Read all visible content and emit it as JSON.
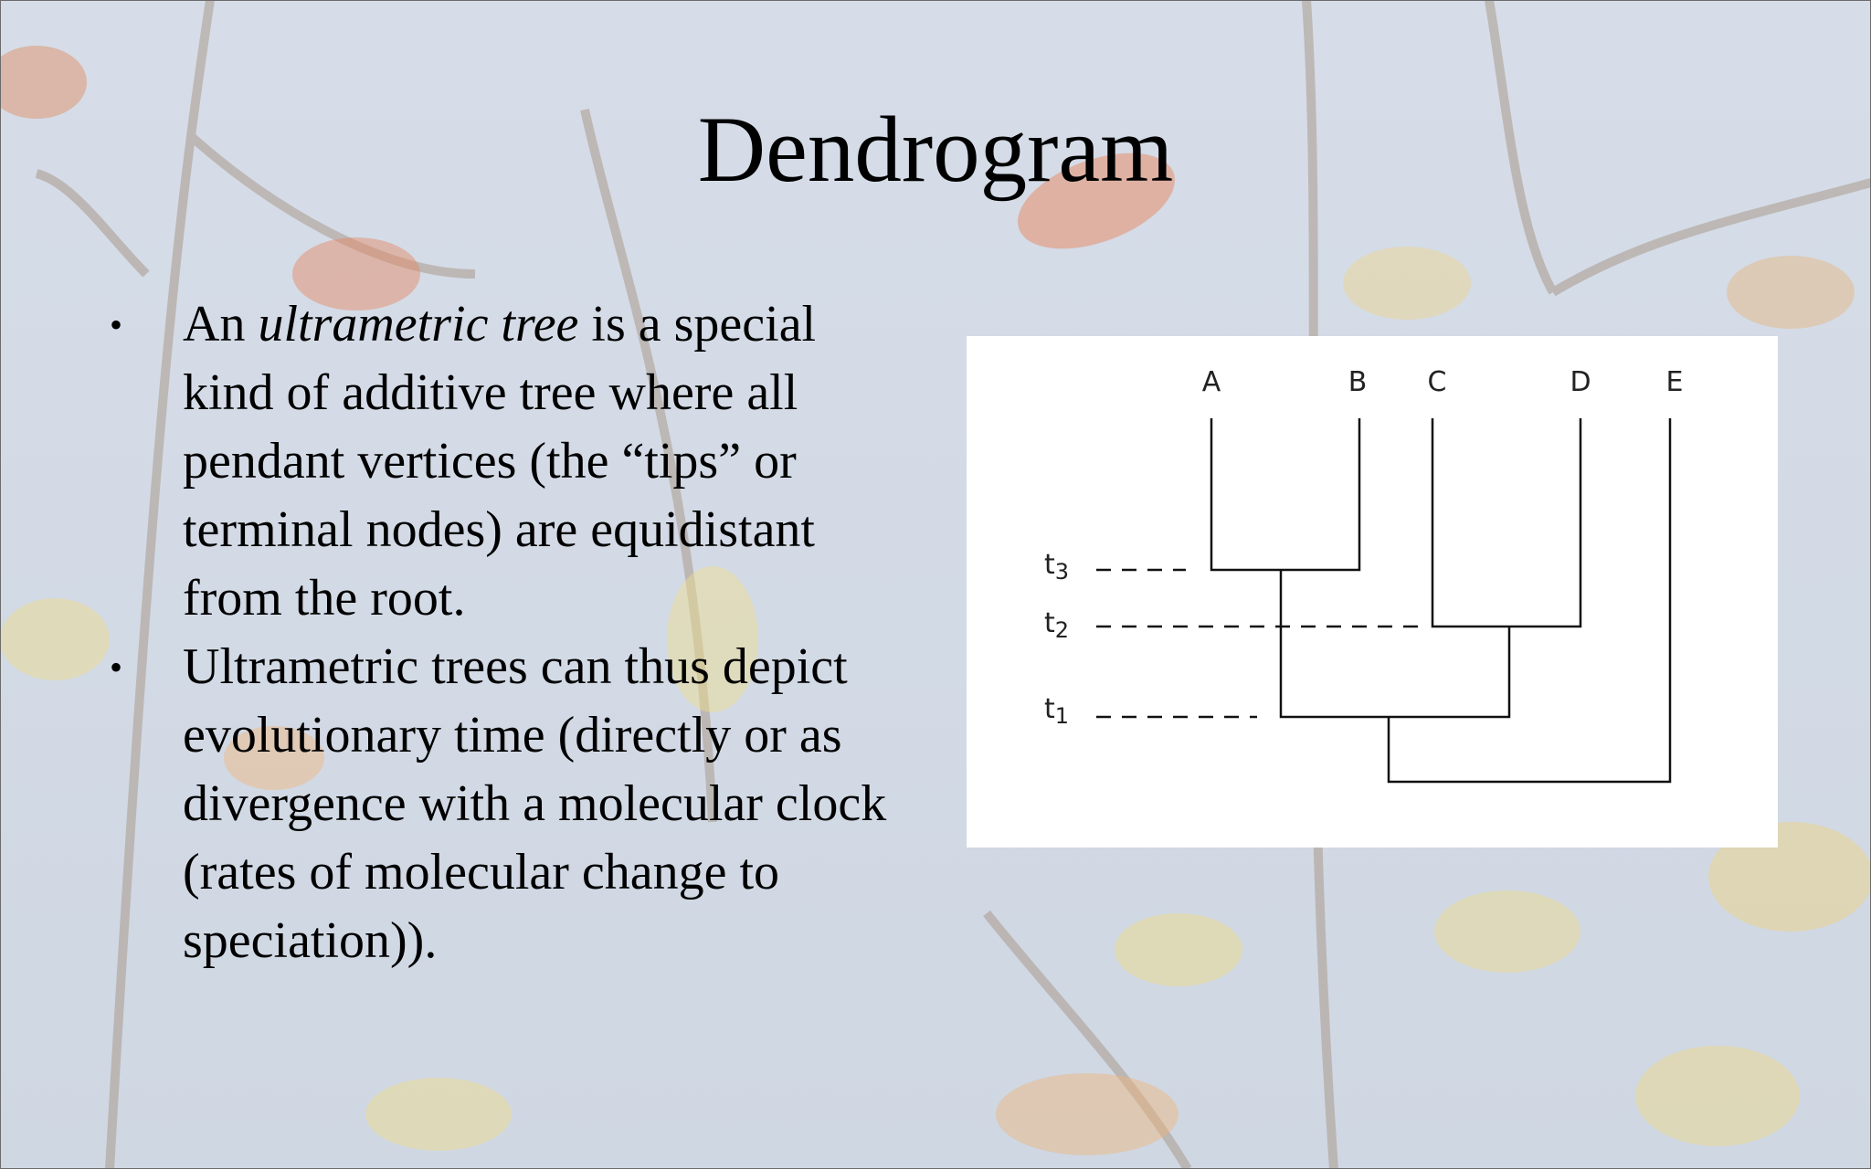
{
  "slide": {
    "title": "Dendrogram",
    "bullets": [
      {
        "pre": "An ",
        "emph": "ultrametric tree",
        "post": " is a special kind of additive tree where all pendant vertices (the “tips” or terminal nodes) are equidistant from the root."
      },
      {
        "text": "Ultrametric trees can thus depict evolutionary time (directly or as divergence with a molecular clock (rates of molecular change to speciation))."
      }
    ],
    "bullet_glyph": "•"
  },
  "diagram": {
    "tips": [
      "A",
      "B",
      "C",
      "D",
      "E"
    ],
    "time_labels": [
      {
        "base": "t",
        "sub": "3"
      },
      {
        "base": "t",
        "sub": "2"
      },
      {
        "base": "t",
        "sub": "1"
      }
    ]
  }
}
